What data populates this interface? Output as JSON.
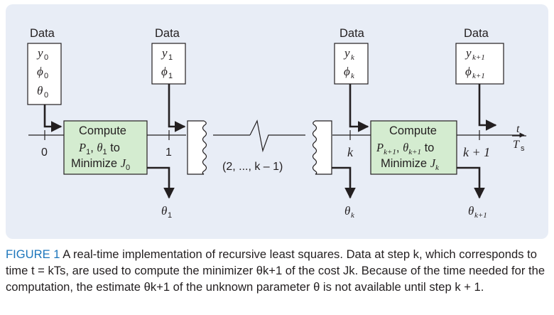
{
  "data_label": "Data",
  "inputs": [
    {
      "y": "y",
      "y_sub": "0",
      "phi": "ϕ",
      "phi_sub": "0",
      "theta": "θ",
      "theta_sub": "0"
    },
    {
      "y": "y",
      "y_sub": "1",
      "phi": "ϕ",
      "phi_sub": "1"
    },
    {
      "y": "y",
      "y_sub": "k",
      "phi": "ϕ",
      "phi_sub": "k"
    },
    {
      "y": "y",
      "y_sub": "k+1",
      "phi": "ϕ",
      "phi_sub": "k+1"
    }
  ],
  "compute_blocks": [
    {
      "line1": "Compute",
      "line2_a": "P",
      "line2_a_sub": "1",
      "line2_b": ", ",
      "line2_c": "θ",
      "line2_c_sub": "1",
      "line2_d": " to",
      "line3": "Minimize ",
      "line3_j": "J",
      "line3_j_sub": "0"
    },
    {
      "line1": "Compute",
      "line2_a": "P",
      "line2_a_sub": "k+1",
      "line2_b": ", ",
      "line2_c": "θ",
      "line2_c_sub": "k+1",
      "line2_d": " to",
      "line3": "Minimize ",
      "line3_j": "J",
      "line3_j_sub": "k"
    }
  ],
  "ticks": [
    {
      "label": "0"
    },
    {
      "label": "1"
    },
    {
      "label": "k"
    },
    {
      "label": "k + 1"
    }
  ],
  "middle_label": "(2, ..., k – 1)",
  "outputs": [
    {
      "theta": "θ",
      "sub": "1"
    },
    {
      "theta": "θ",
      "sub": "k"
    },
    {
      "theta": "θ",
      "sub": "k+1"
    }
  ],
  "axis": {
    "numerator": "t",
    "denominator": "T",
    "denominator_sub": "s"
  },
  "caption": {
    "label": "FIGURE 1",
    "text": " A real-time implementation of recursive least squares. Data at step k, which corresponds to time t = kTs, are used to compute the minimizer θk+1 of the cost Jk. Because of the time needed for the computation, the estimate θk+1 of the unknown parameter θ is not available until step k + 1."
  }
}
